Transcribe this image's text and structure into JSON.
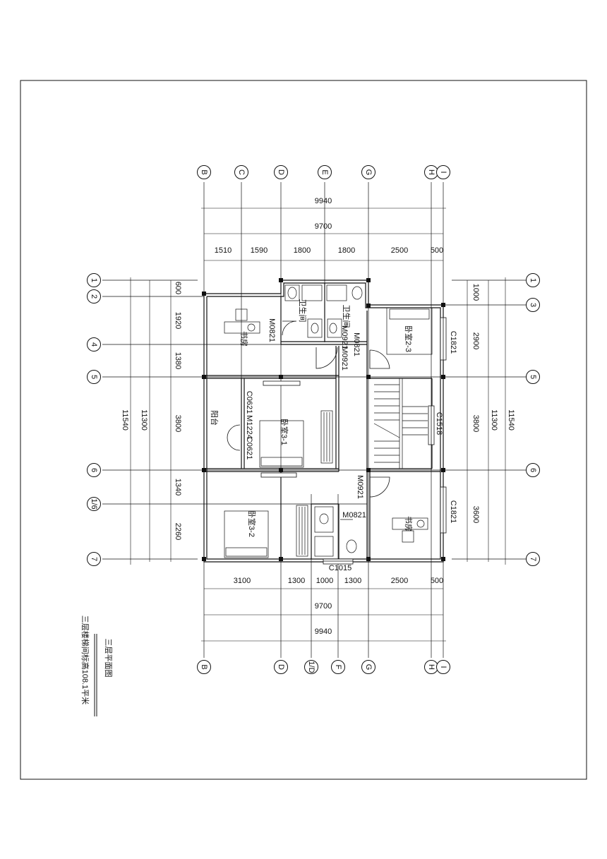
{
  "axes_top": [
    "B",
    "C",
    "D",
    "E",
    "G",
    "H",
    "I"
  ],
  "axes_bottom": [
    "B",
    "D",
    "1/D",
    "F",
    "G",
    "H",
    "I"
  ],
  "axes_left": [
    "1",
    "2",
    "4",
    "5",
    "6",
    "1/6",
    "7"
  ],
  "axes_right": [
    "1",
    "3",
    "5",
    "6",
    "7"
  ],
  "dims_top": {
    "overall": "9940",
    "axis_total": "9700",
    "segments": [
      "1510",
      "1590",
      "1800",
      "1800",
      "2500",
      "500"
    ]
  },
  "dims_bottom": {
    "segments": [
      "3100",
      "1300",
      "1000",
      "1300",
      "2500",
      "500"
    ],
    "axis_total": "9700",
    "overall": "9940"
  },
  "dims_left": {
    "overall": "11540",
    "axis_total": "11300",
    "segments": [
      "600",
      "1920",
      "1380",
      "3800",
      "1340",
      "2260"
    ]
  },
  "dims_right": {
    "segments": [
      "1000",
      "2900",
      "3800",
      "3600"
    ],
    "axis_total": "11300",
    "overall": "11540"
  },
  "openings": [
    "M0821",
    "M0921",
    "M0821",
    "M0921",
    "C0621",
    "M1224",
    "C0621",
    "C1821",
    "C1518",
    "M0921",
    "M0821",
    "C1821",
    "C1015"
  ],
  "rooms": [
    "卧室2-3",
    "卧室3-1",
    "卧室3-2",
    "卫生间",
    "卫生间",
    "阳台",
    "书房",
    "书房"
  ],
  "title": "三层平面图",
  "subtitle": "三层楼梯间标高108.1平米"
}
